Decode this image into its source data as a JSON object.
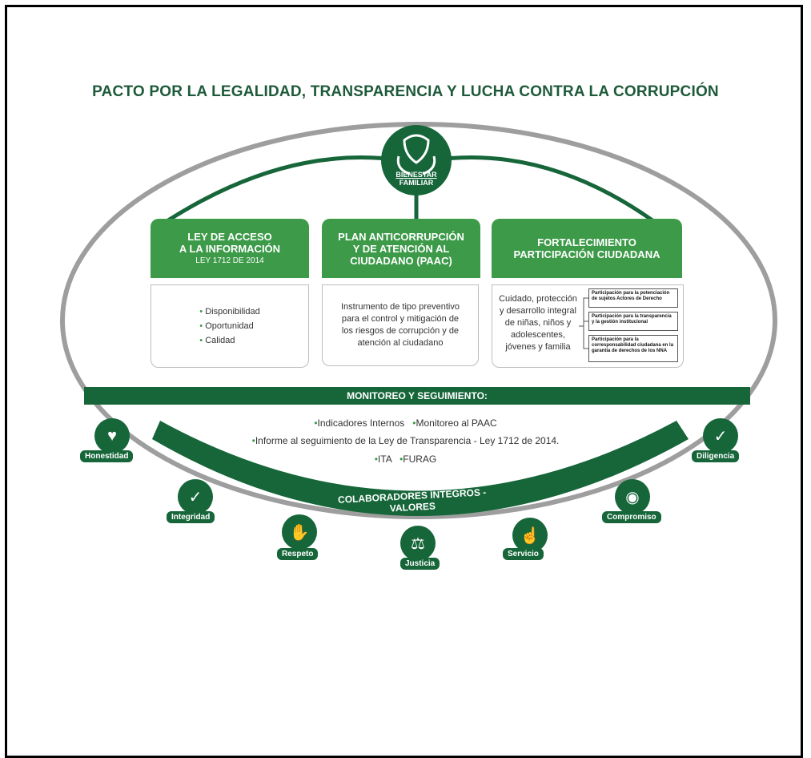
{
  "title": "PACTO POR LA LEGALIDAD, TRANSPARENCIA Y LUCHA CONTRA LA CORRUPCIÓN",
  "logo": {
    "line1": "BIENESTAR",
    "line2": "FAMILIAR",
    "icon": "family-hands-icon"
  },
  "columns": [
    {
      "heading": [
        "LEY DE ACCESO",
        "A LA INFORMACIÓN"
      ],
      "subheading": "LEY 1712 DE 2014",
      "bullets": [
        "Disponibilidad",
        "Oportunidad",
        "Calidad"
      ]
    },
    {
      "heading": [
        "PLAN ANTICORRUPCIÓN",
        "Y DE ATENCIÓN AL",
        "CIUDADANO (PAAC)"
      ],
      "text": "Instrumento de tipo preventivo para el control y mitigación de los riesgos de corrupción y de atención al ciudadano"
    },
    {
      "heading": [
        "FORTALECIMIENTO",
        "PARTICIPACIÓN CIUDADANA"
      ],
      "text": "Cuidado, protección y desarrollo integral de niñas, niños y adolescentes, jóvenes y familia",
      "boxes": [
        "Participación para la potenciación de sujetos Actores de Derecho",
        "Participación para la transparencia y la gestión institucional",
        "Participación para la corresponsabilidad ciudadana en la garantía de derechos de los NNA"
      ]
    }
  ],
  "monitoring": {
    "title": "MONITOREO Y SEGUIMIENTO:",
    "line1a": "Indicadores Internos",
    "line1b": "Monitoreo al PAAC",
    "line2": "Informe al seguimiento de la Ley de Transparencia - Ley 1712 de 2014.",
    "line3a": "ITA",
    "line3b": "FURAG"
  },
  "arc_label": "COLABORADORES ÍNTEGROS - VALORES",
  "values": [
    {
      "label": "Honestidad",
      "icon": "hand-heart-icon"
    },
    {
      "label": "Integridad",
      "icon": "shield-check-icon"
    },
    {
      "label": "Respeto",
      "icon": "handshake-icon"
    },
    {
      "label": "Justicia",
      "icon": "scales-icon"
    },
    {
      "label": "Servicio",
      "icon": "serving-hand-icon"
    },
    {
      "label": "Compromiso",
      "icon": "medal-icon"
    },
    {
      "label": "Diligencia",
      "icon": "check-badge-icon"
    }
  ],
  "colors": {
    "dark_green": "#16663a",
    "green": "#3c9a48",
    "oval_gray": "#9e9e9e"
  }
}
